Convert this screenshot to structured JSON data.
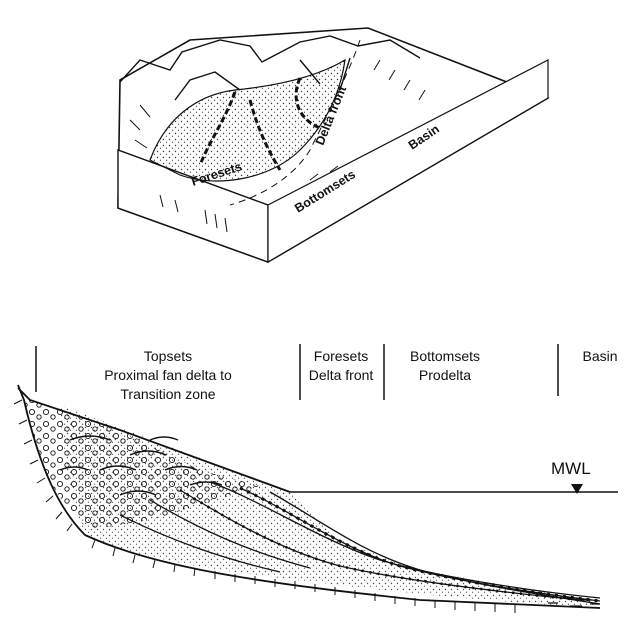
{
  "block_diagram": {
    "labels": {
      "delta_front": "Delta front",
      "basin": "Basin",
      "foresets": "Foresets",
      "bottomsets": "Bottomsets"
    }
  },
  "cross_section": {
    "zones": [
      {
        "line1": "Topsets",
        "line2": "Proximal fan delta to",
        "line3": "Transition zone"
      },
      {
        "line1": "Foresets",
        "line2": "Delta front"
      },
      {
        "line1": "Bottomsets",
        "line2": "Prodelta"
      },
      {
        "line1": "Basin"
      }
    ],
    "water_level_label": "MWL"
  },
  "colors": {
    "ink": "#111111",
    "stipple": "#bdbdbd",
    "background": "#ffffff"
  }
}
